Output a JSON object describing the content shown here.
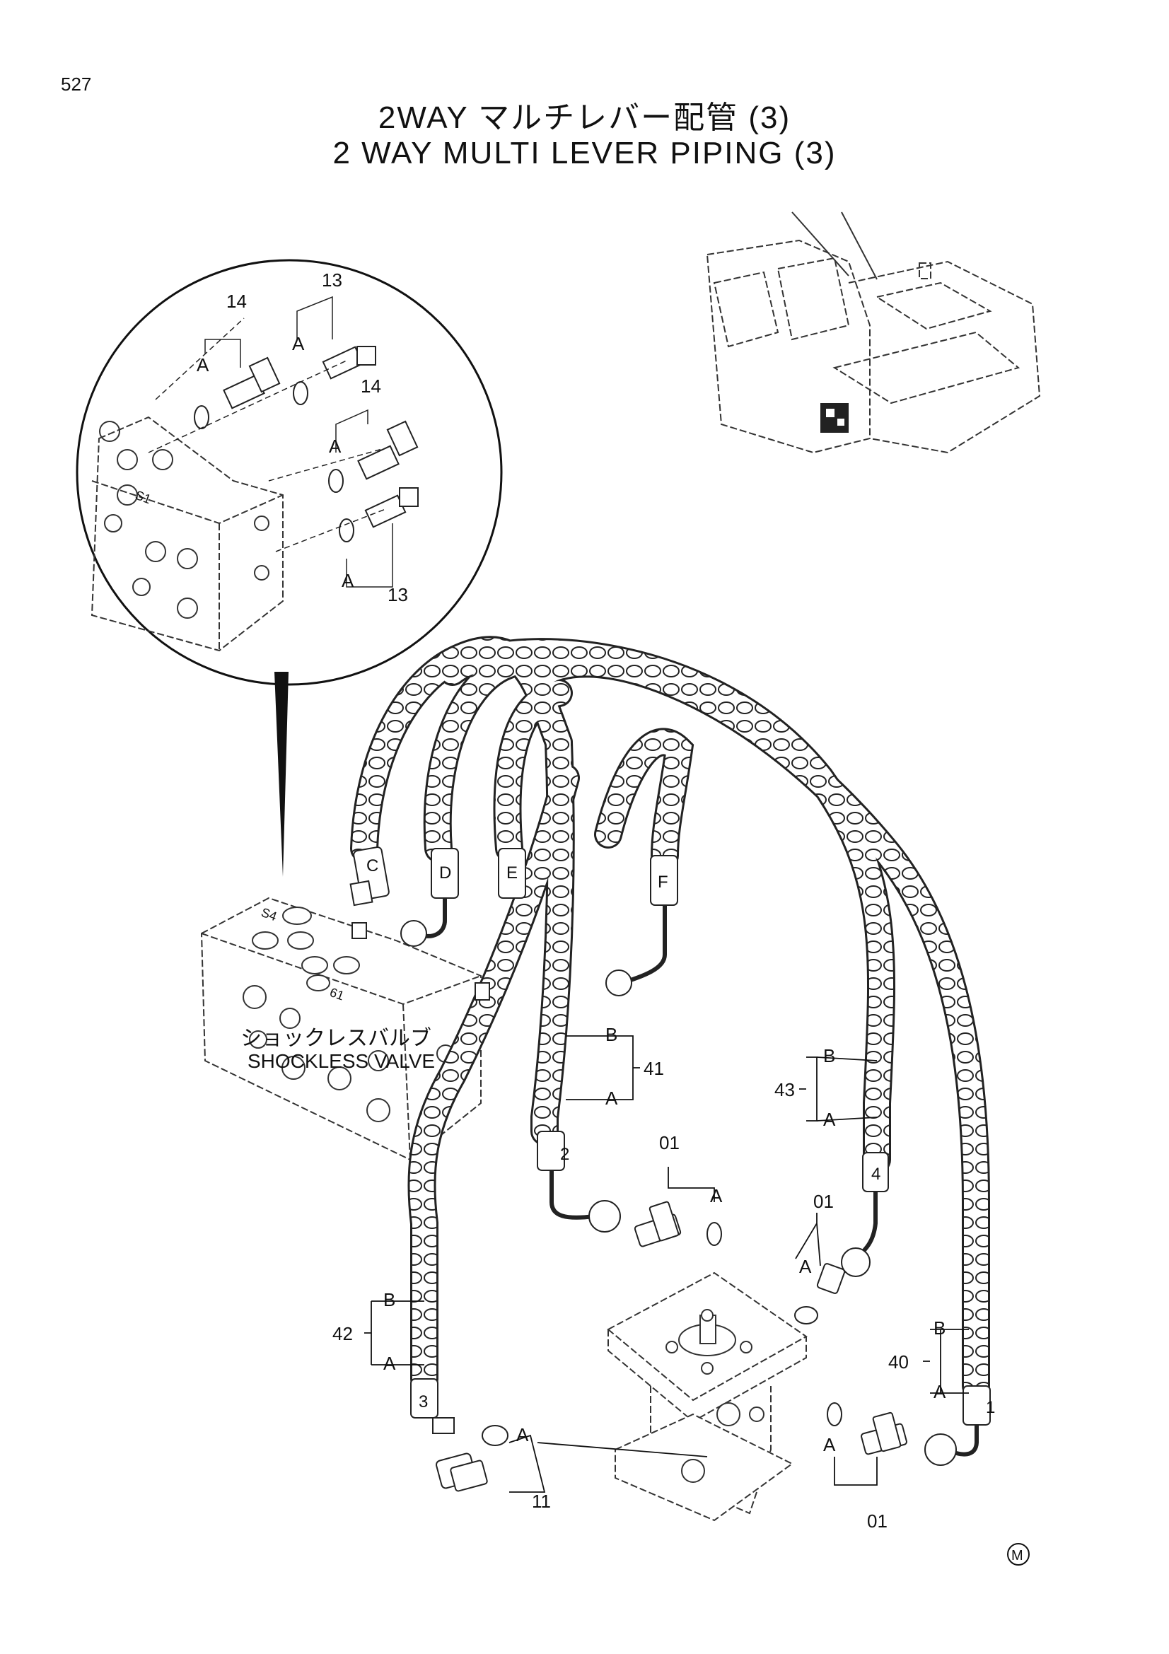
{
  "page_number": "527",
  "title_jp": "2WAY マルチレバー配管 (3)",
  "title_en": "2 WAY MULTI LEVER PIPING (3)",
  "valve_label_jp": "ショックレスバルブ",
  "valve_label_en": "SHOCKLESS VALVE",
  "mark": "M",
  "callouts": {
    "p14_top": "14",
    "p13_top": "13",
    "p14_mid": "14",
    "p13_bottom": "13",
    "a_left": "A",
    "a_right": "A",
    "a_mid": "A",
    "a_bottom": "A",
    "hose_c": "C",
    "hose_d": "D",
    "hose_e": "E",
    "hose_f": "F",
    "p41": "41",
    "p41_b": "B",
    "p41_a": "A",
    "p43": "43",
    "p43_b": "B",
    "p43_a": "A",
    "p42": "42",
    "p42_b": "B",
    "p42_a": "A",
    "p40": "40",
    "p40_b": "B",
    "p40_a": "A",
    "hose_1": "1",
    "hose_2": "2",
    "hose_3": "3",
    "hose_4": "4",
    "p01_left": "01",
    "p01_left_a": "A",
    "p01_right": "01",
    "p01_right_a": "A",
    "p01_bottom": "01",
    "p01_bottom_a": "A",
    "p11": "11",
    "p11_a": "A",
    "port_s1": "S1",
    "port_s4": "S4",
    "port_61": "61"
  }
}
